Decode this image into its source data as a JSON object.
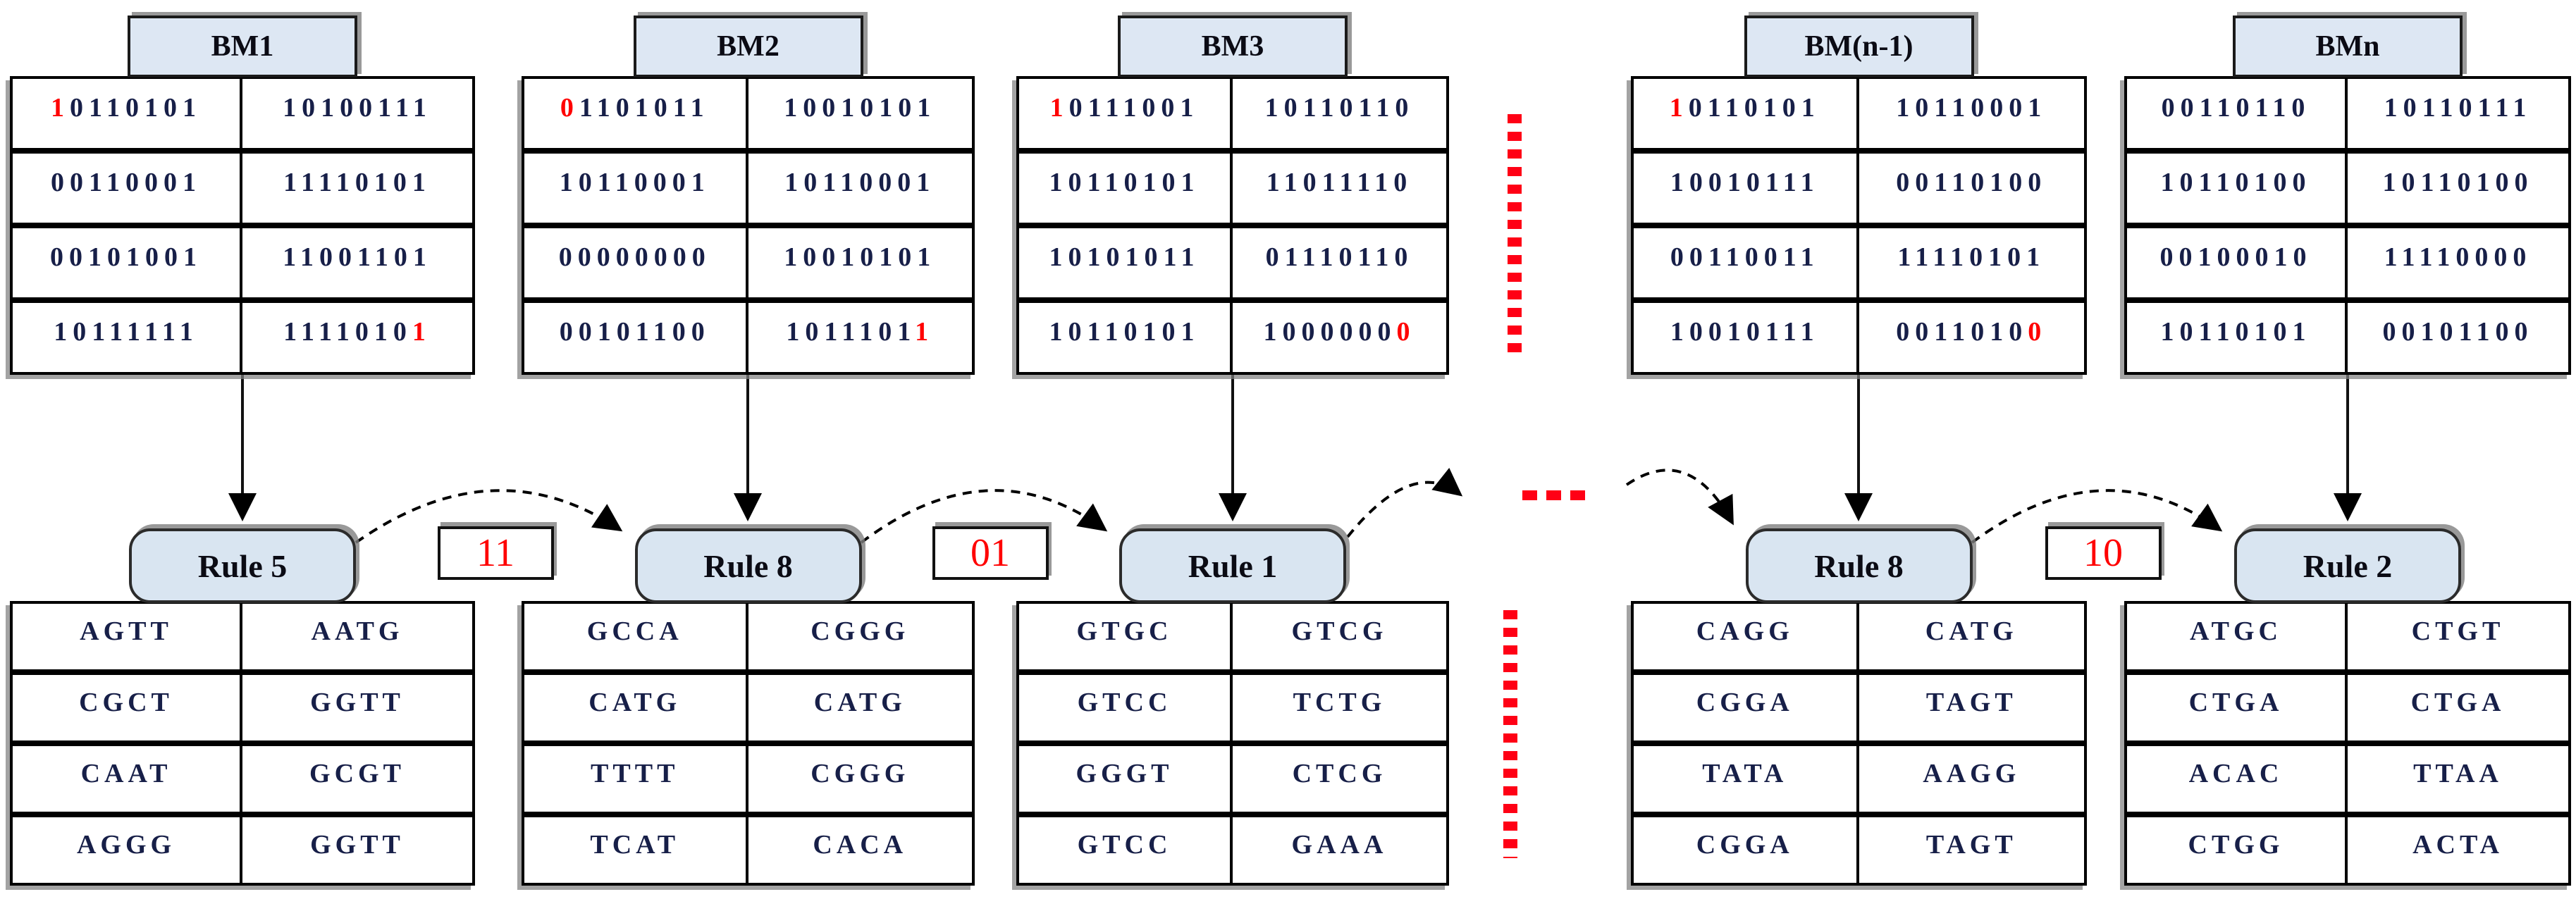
{
  "palette": {
    "box_fill": "#d9e5f1",
    "header_fill": "#dde7f3",
    "border": "#000000",
    "text_dark": "#171f48",
    "highlight_red": "#ff0000",
    "dotted_red": "#ff0015",
    "shadow_gray": "#808080"
  },
  "columns": [
    {
      "header": "BM1",
      "rule": "Rule 5",
      "binary": [
        [
          "10110101",
          "10100111"
        ],
        [
          "00110001",
          "11110101"
        ],
        [
          "00101001",
          "11001101"
        ],
        [
          "10111111",
          "11110101"
        ]
      ],
      "red_first": [
        0,
        0
      ],
      "red_last": [
        3,
        1
      ],
      "dna": [
        [
          "AGTT",
          "AATG"
        ],
        [
          "CGCT",
          "GGTT"
        ],
        [
          "CAAT",
          "GCGT"
        ],
        [
          "AGGG",
          "GGTT"
        ]
      ]
    },
    {
      "header": "BM2",
      "rule": "Rule 8",
      "binary": [
        [
          "01101011",
          "10010101"
        ],
        [
          "10110001",
          "10110001"
        ],
        [
          "00000000",
          "10010101"
        ],
        [
          "00101100",
          "10111011"
        ]
      ],
      "red_first": [
        0,
        0
      ],
      "red_last": [
        3,
        1
      ],
      "dna": [
        [
          "GCCA",
          "CGGG"
        ],
        [
          "CATG",
          "CATG"
        ],
        [
          "TTTT",
          "CGGG"
        ],
        [
          "TCAT",
          "CACA"
        ]
      ]
    },
    {
      "header": "BM3",
      "rule": "Rule 1",
      "binary": [
        [
          "10111001",
          "10110110"
        ],
        [
          "10110101",
          "11011110"
        ],
        [
          "10101011",
          "01110110"
        ],
        [
          "10110101",
          "10000000"
        ]
      ],
      "red_first": [
        0,
        0
      ],
      "red_last": [
        3,
        1
      ],
      "dna": [
        [
          "GTGC",
          "GTCG"
        ],
        [
          "GTCC",
          "TCTG"
        ],
        [
          "GGGT",
          "CTCG"
        ],
        [
          "GTCC",
          "GAAA"
        ]
      ]
    },
    {
      "header": "BM(n-1)",
      "rule": "Rule 8",
      "binary": [
        [
          "10110101",
          "10110001"
        ],
        [
          "10010111",
          "00110100"
        ],
        [
          "00110011",
          "11110101"
        ],
        [
          "10010111",
          "00110100"
        ]
      ],
      "red_first": [
        0,
        0
      ],
      "red_last": [
        3,
        1
      ],
      "dna": [
        [
          "CAGG",
          "CATG"
        ],
        [
          "CGGA",
          "TAGT"
        ],
        [
          "TATA",
          "AAGG"
        ],
        [
          "CGGA",
          "TAGT"
        ]
      ]
    },
    {
      "header": "BMn",
      "rule": "Rule 2",
      "binary": [
        [
          "00110110",
          "10110111"
        ],
        [
          "10110100",
          "10110100"
        ],
        [
          "00100010",
          "11110000"
        ],
        [
          "10110101",
          "00101100"
        ]
      ],
      "red_first": null,
      "red_last": null,
      "dna": [
        [
          "ATGC",
          "CTGT"
        ],
        [
          "CTGA",
          "CTGA"
        ],
        [
          "ACAC",
          "TTAA"
        ],
        [
          "CTGG",
          "ACTA"
        ]
      ]
    }
  ],
  "links": [
    {
      "label": "11"
    },
    {
      "label": "01"
    },
    {
      "label": "10"
    }
  ],
  "ellipsis": "..."
}
